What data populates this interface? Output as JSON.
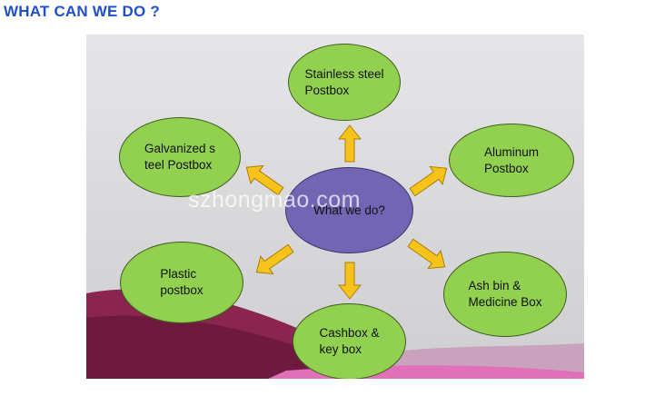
{
  "page": {
    "title": "WHAT CAN WE DO ?"
  },
  "diagram": {
    "center": "What we do?",
    "nodes": [
      {
        "id": "stainless",
        "label": "Stainless steel\nPostbox"
      },
      {
        "id": "aluminum",
        "label": "Aluminum\nPostbox"
      },
      {
        "id": "ashbin",
        "label": "Ash bin &\nMedicine Box"
      },
      {
        "id": "cashbox",
        "label": "Cashbox &\nkey box"
      },
      {
        "id": "plastic",
        "label": "Plastic\npostbox"
      },
      {
        "id": "galvanized",
        "label": "Galvanized s\nteel Postbox"
      }
    ],
    "watermark": "szhongmao.com",
    "colors": {
      "node_fill": "#92d050",
      "center_fill": "#7265b3",
      "arrow_fill": "#f7c21a",
      "title": "#1f4fcc"
    }
  }
}
